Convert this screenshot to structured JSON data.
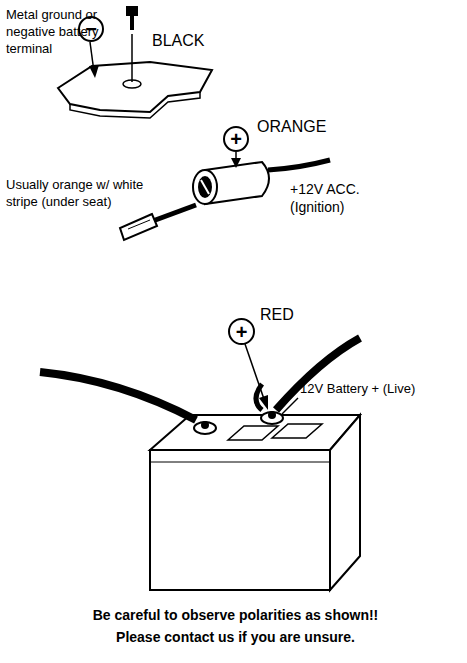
{
  "diagram": {
    "nodes": [
      {
        "text": [
          "−"
        ]
      },
      {
        "text": [
          "+"
        ]
      },
      {
        "text": [
          "+"
        ]
      }
    ],
    "labels": [
      "Metal ground or negative battery terminal",
      "BLACK",
      "ORANGE",
      "Usually orange w/ white stripe (under seat)",
      "+12V ACC. (Ignition)",
      "RED",
      "12V Battery + (Live)",
      "Be careful to observe polarities as shown!!",
      "Please contact us if you are unsure."
    ]
  }
}
